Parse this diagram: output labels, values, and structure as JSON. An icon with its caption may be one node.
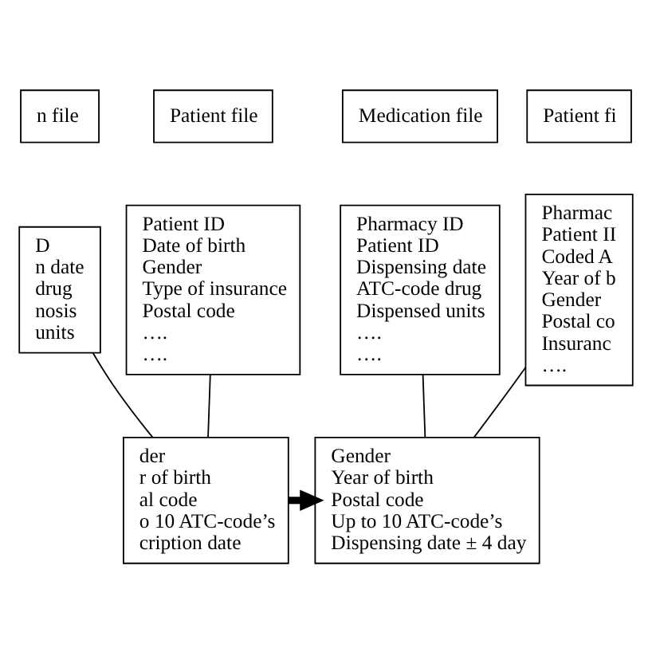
{
  "diagram": {
    "nodes": [
      {
        "text": [
          "n file"
        ]
      },
      {
        "text": [
          "Patient file"
        ]
      },
      {
        "text": [
          "Medication file"
        ]
      },
      {
        "text": [
          "Patient fi"
        ]
      },
      {
        "text": [
          "D",
          "n date",
          "drug",
          "nosis",
          "units"
        ]
      },
      {
        "text": [
          "Patient ID",
          "Date of birth",
          "Gender",
          "Type of insurance",
          "Postal code",
          "….",
          "…."
        ]
      },
      {
        "text": [
          "Pharmacy ID",
          "Patient ID",
          "Dispensing date",
          "ATC-code drug",
          "Dispensed units",
          "….",
          "…."
        ]
      },
      {
        "text": [
          "Pharmac",
          "Patient II",
          "Coded A",
          "Year of b",
          "Gender",
          "Postal co",
          "Insuranc",
          "…."
        ]
      },
      {
        "text": [
          "der",
          "r of birth",
          "al code",
          "o 10 ATC-code’s",
          "cription date"
        ]
      },
      {
        "text": [
          "Gender",
          "Year of birth",
          "Postal code",
          "Up to 10 ATC-code’s",
          "Dispensing date ± 4 day"
        ]
      }
    ],
    "edges": [
      {
        "from": 4,
        "to": 8,
        "arrow": "none"
      },
      {
        "from": 5,
        "to": 8,
        "arrow": "none"
      },
      {
        "from": 6,
        "to": 9,
        "arrow": "none"
      },
      {
        "from": 7,
        "to": 9,
        "arrow": "none"
      },
      {
        "from": 8,
        "to": 9,
        "arrow": "to",
        "style": "thick"
      }
    ]
  }
}
